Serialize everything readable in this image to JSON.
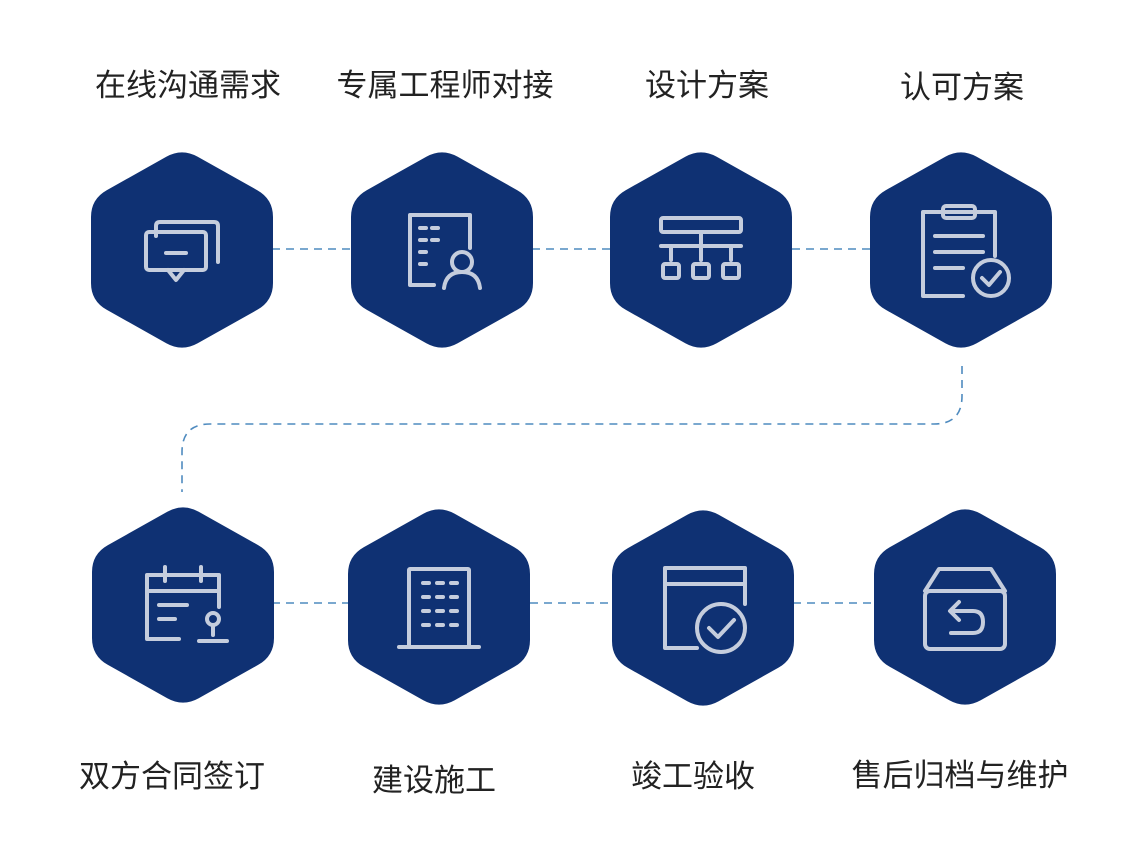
{
  "colors": {
    "hexagon": "#0f3173",
    "icon": "#c5cddd",
    "connector": "#4f8bbf",
    "text": "#222222"
  },
  "steps": [
    {
      "label": "在线沟通需求",
      "icon": "chat-icon"
    },
    {
      "label": "专属工程师对接",
      "icon": "engineer-profile-icon"
    },
    {
      "label": "设计方案",
      "icon": "org-chart-icon"
    },
    {
      "label": "认可方案",
      "icon": "approved-clipboard-icon"
    },
    {
      "label": "双方合同签订",
      "icon": "contract-calendar-icon"
    },
    {
      "label": "建设施工",
      "icon": "building-icon"
    },
    {
      "label": "竣工验收",
      "icon": "acceptance-check-icon"
    },
    {
      "label": "售后归档与维护",
      "icon": "archive-box-icon"
    }
  ]
}
